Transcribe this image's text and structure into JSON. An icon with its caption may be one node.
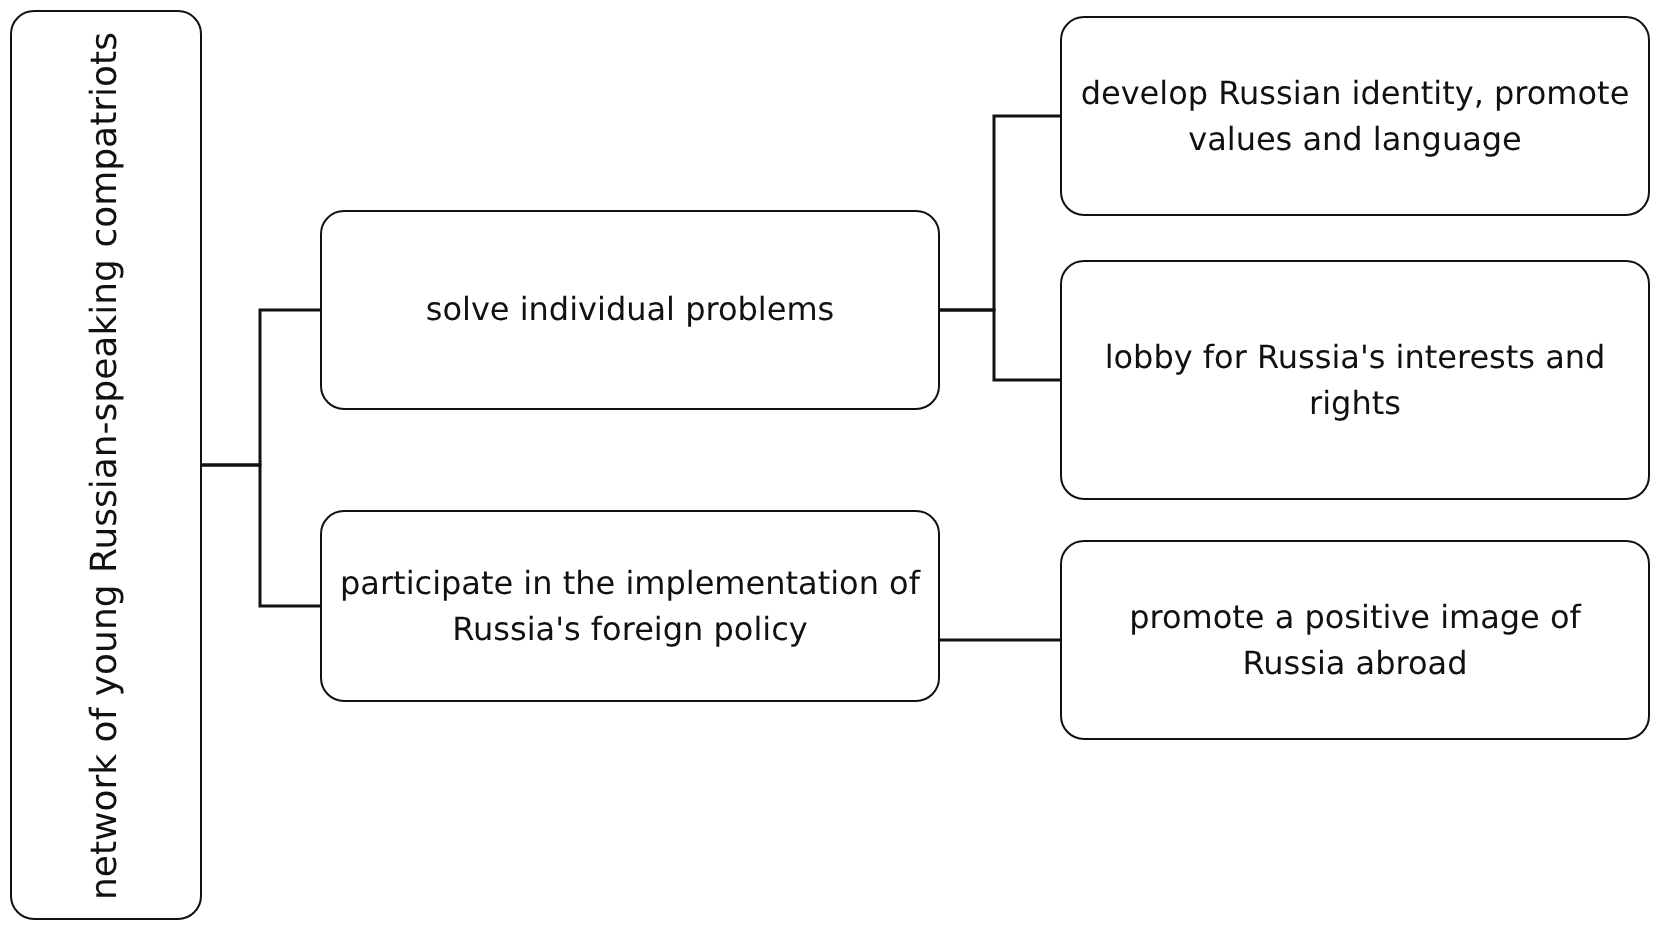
{
  "diagram": {
    "nodes": [
      {
        "text": [
          "network of young Russian-speaking compatriots"
        ]
      },
      {
        "text": [
          "solve individual problems"
        ]
      },
      {
        "text": [
          "participate in the implementation of Russia's foreign policy"
        ]
      },
      {
        "text": [
          "develop Russian identity, promote values and language"
        ]
      },
      {
        "text": [
          "lobby for Russia's interests and rights"
        ]
      },
      {
        "text": [
          "promote a positive image of Russia abroad"
        ]
      }
    ],
    "edges": [
      {
        "from": 0,
        "to": 1,
        "arrow": "none"
      },
      {
        "from": 0,
        "to": 2,
        "arrow": "none"
      },
      {
        "from": 1,
        "to": 3,
        "arrow": "none"
      },
      {
        "from": 1,
        "to": 4,
        "arrow": "none"
      },
      {
        "from": 2,
        "to": 5,
        "arrow": "none"
      }
    ]
  }
}
